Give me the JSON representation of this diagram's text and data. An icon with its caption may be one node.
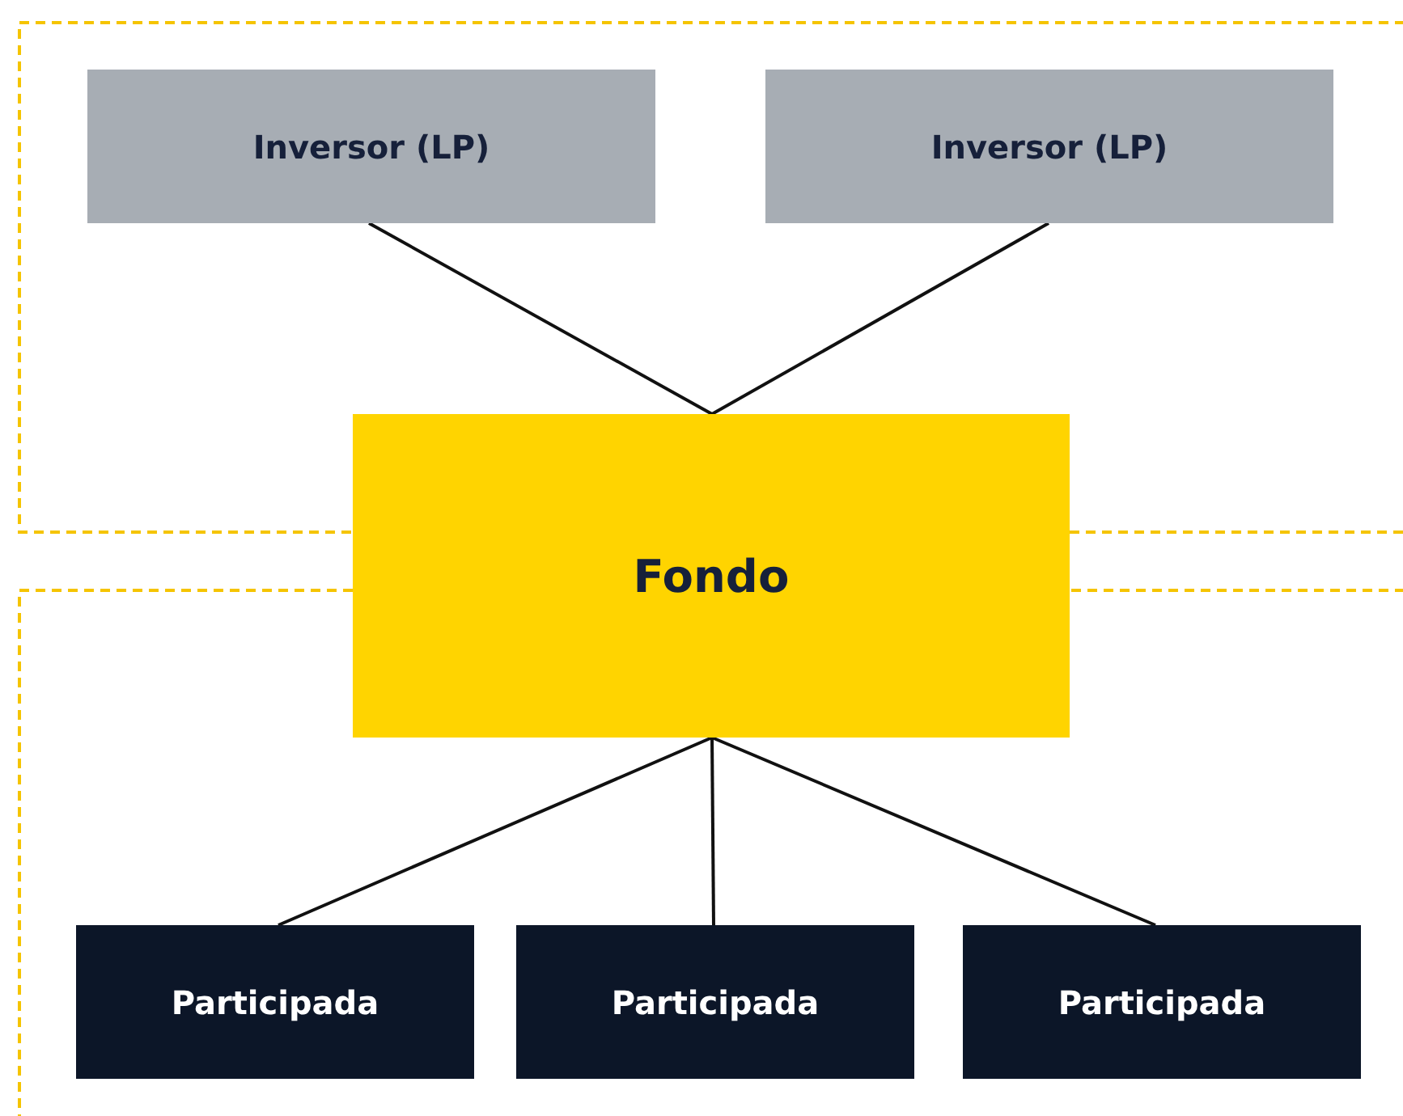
{
  "diagram": {
    "nodes": [
      {
        "text": [
          "Inversor (LP)"
        ]
      },
      {
        "text": [
          "Inversor (LP)"
        ]
      },
      {
        "text": [
          "Fondo"
        ]
      },
      {
        "text": [
          "Participada"
        ]
      },
      {
        "text": [
          "Participada"
        ]
      },
      {
        "text": [
          "Participada"
        ]
      }
    ],
    "edges": [
      {
        "from": 0,
        "to": 2,
        "arrow": "none"
      },
      {
        "from": 1,
        "to": 2,
        "arrow": "none"
      },
      {
        "from": 2,
        "to": 3,
        "arrow": "none"
      },
      {
        "from": 2,
        "to": 4,
        "arrow": "none"
      },
      {
        "from": 2,
        "to": 5,
        "arrow": "none"
      }
    ]
  }
}
